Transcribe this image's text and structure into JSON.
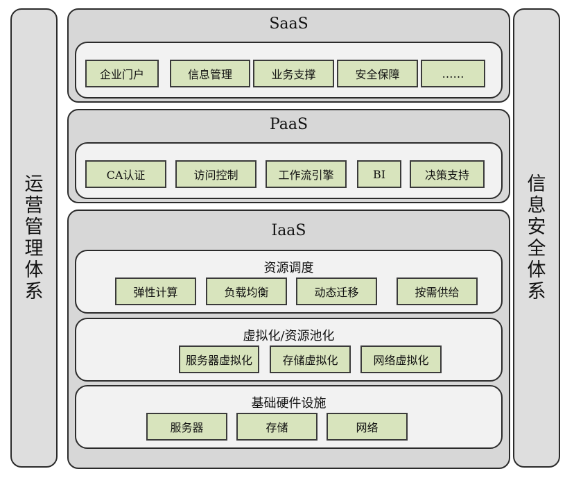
{
  "left_panel": {
    "label": "运营管理体系"
  },
  "right_panel": {
    "label": "信息安全体系"
  },
  "saas": {
    "title": "SaaS",
    "items": [
      "企业门户",
      "信息管理",
      "业务支撑",
      "安全保障",
      "……"
    ]
  },
  "paas": {
    "title": "PaaS",
    "items": [
      "CA认证",
      "访问控制",
      "工作流引擎",
      "BI",
      "决策支持"
    ]
  },
  "iaas": {
    "title": "IaaS",
    "scheduling": {
      "title": "资源调度",
      "items": [
        "弹性计算",
        "负载均衡",
        "动态迁移",
        "按需供给"
      ]
    },
    "virtualization": {
      "title": "虚拟化/资源池化",
      "items": [
        "服务器虚拟化",
        "存储虚拟化",
        "网络虚拟化"
      ]
    },
    "hardware": {
      "title": "基础硬件设施",
      "items": [
        "服务器",
        "存储",
        "网络"
      ]
    }
  }
}
